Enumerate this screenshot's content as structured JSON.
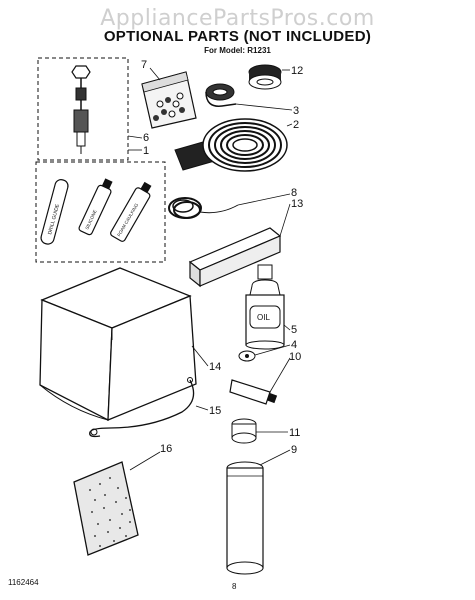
{
  "watermark": "AppliancePartsPros.com",
  "title": "OPTIONAL PARTS (NOT INCLUDED)",
  "subtitle": "For Model: R1231",
  "footer": {
    "left": "1162464",
    "page": "8"
  },
  "tube_labels": {
    "left_stick": "DRILL GUIDE",
    "tube_1": "SILICONE",
    "tube_2": "FOAM CAULKING"
  },
  "bottle_label": "OIL",
  "callouts": [
    "1",
    "2",
    "3",
    "4",
    "5",
    "6",
    "7",
    "8",
    "9",
    "10",
    "11",
    "12",
    "13",
    "14",
    "15",
    "16"
  ]
}
